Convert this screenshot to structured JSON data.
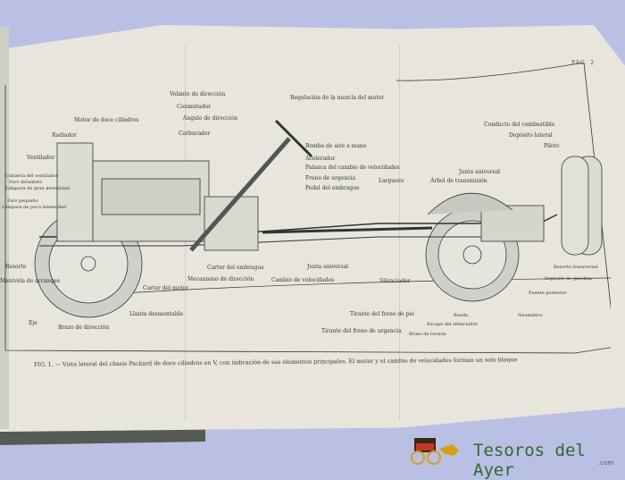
{
  "page": {
    "number": "PÁG. 2"
  },
  "caption": "FIG. 1. — Vista lateral del chasis Packard de doce cilindros en V, con indicación de sus elementos principales. El motor y el cambio de velocidades forman un solo bloque",
  "labels": {
    "volante": "Volante de dirección",
    "regulacion": "Regulación de la mezcla del motor",
    "conmutador": "Conmutador",
    "angulo": "Ángulo de dirección",
    "motor": "Motor de doce cilindros",
    "carburador": "Carburador",
    "radiador": "Radiador",
    "ventilador": "Ventilador",
    "cubierta": "Cubierta del ventilador",
    "faro": "Faro delantero",
    "lampara": "Lámpara de gran intensidad",
    "faro_pequeno": "Faro pequeño",
    "lampara_poca": "Lámpara de poca intensidad",
    "bomba": "Bomba de aire a mano",
    "acelerador": "Acelerador",
    "palanca": "Palanca del cambio de velocidades",
    "freno_urgencia": "Freno de urgencia",
    "pedal": "Pedal del embrague",
    "larguero": "Larguero",
    "conducto": "Conducto del combustible",
    "deposito_lateral": "Depósito lateral",
    "piloto": "Piloto",
    "junta_universal_r": "Junta universal",
    "arbol": "Árbol de transmisión",
    "resorte": "Resorte",
    "manivela": "Manivela de arranque",
    "carter_embrague": "Carter del embrague",
    "mecanismo": "Mecanismo de dirección",
    "carter_motor": "Carter del motor",
    "llanta": "Llanta desmontable",
    "eje": "Eje",
    "brazo_direccion": "Brazo de dirección",
    "junta_universal_l": "Junta universal",
    "cambio": "Cambio de velocidades",
    "silenciador": "Silenciador",
    "tirante_pie": "Tirante del freno de pie",
    "tirante_urgencia": "Tirante del freno de urgencia",
    "brazo_torsion": "Brazo de torsión",
    "rueda": "Rueda",
    "escape": "Escape del silenciador",
    "neumatico": "Neumático",
    "puente": "Puente posterior",
    "deposito_gasolina": "Depósito de gasolina",
    "resorte_transversal": "Resorte transversal"
  },
  "watermark": {
    "name": "Tesoros del Ayer",
    "suffix": ".com"
  }
}
